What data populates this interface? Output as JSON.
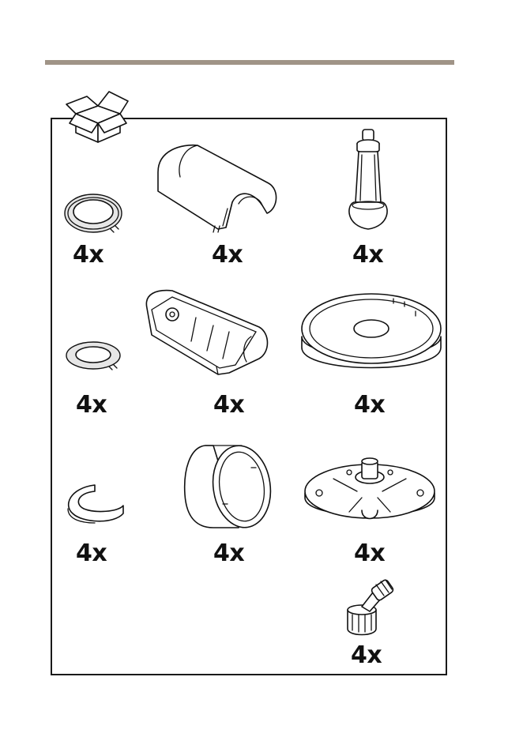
{
  "colors": {
    "accent_rule": "#a09487",
    "line": "#111111"
  },
  "package_icon": "open-box-icon",
  "parts": [
    {
      "icon": "large-ring-gasket-icon",
      "qty": "4x"
    },
    {
      "icon": "half-cylinder-cover-icon",
      "qty": "4x"
    },
    {
      "icon": "threaded-standoff-icon",
      "qty": "4x"
    },
    {
      "icon": "small-ring-gasket-icon",
      "qty": "4x"
    },
    {
      "icon": "housing-shell-icon",
      "qty": "4x"
    },
    {
      "icon": "round-base-plate-icon",
      "qty": "4x"
    },
    {
      "icon": "c-clip-icon",
      "qty": "4x"
    },
    {
      "icon": "cylinder-sleeve-icon",
      "qty": "4x"
    },
    {
      "icon": "mounting-bracket-icon",
      "qty": "4x"
    },
    {
      "icon": "angled-connector-icon",
      "qty": "4x"
    }
  ]
}
